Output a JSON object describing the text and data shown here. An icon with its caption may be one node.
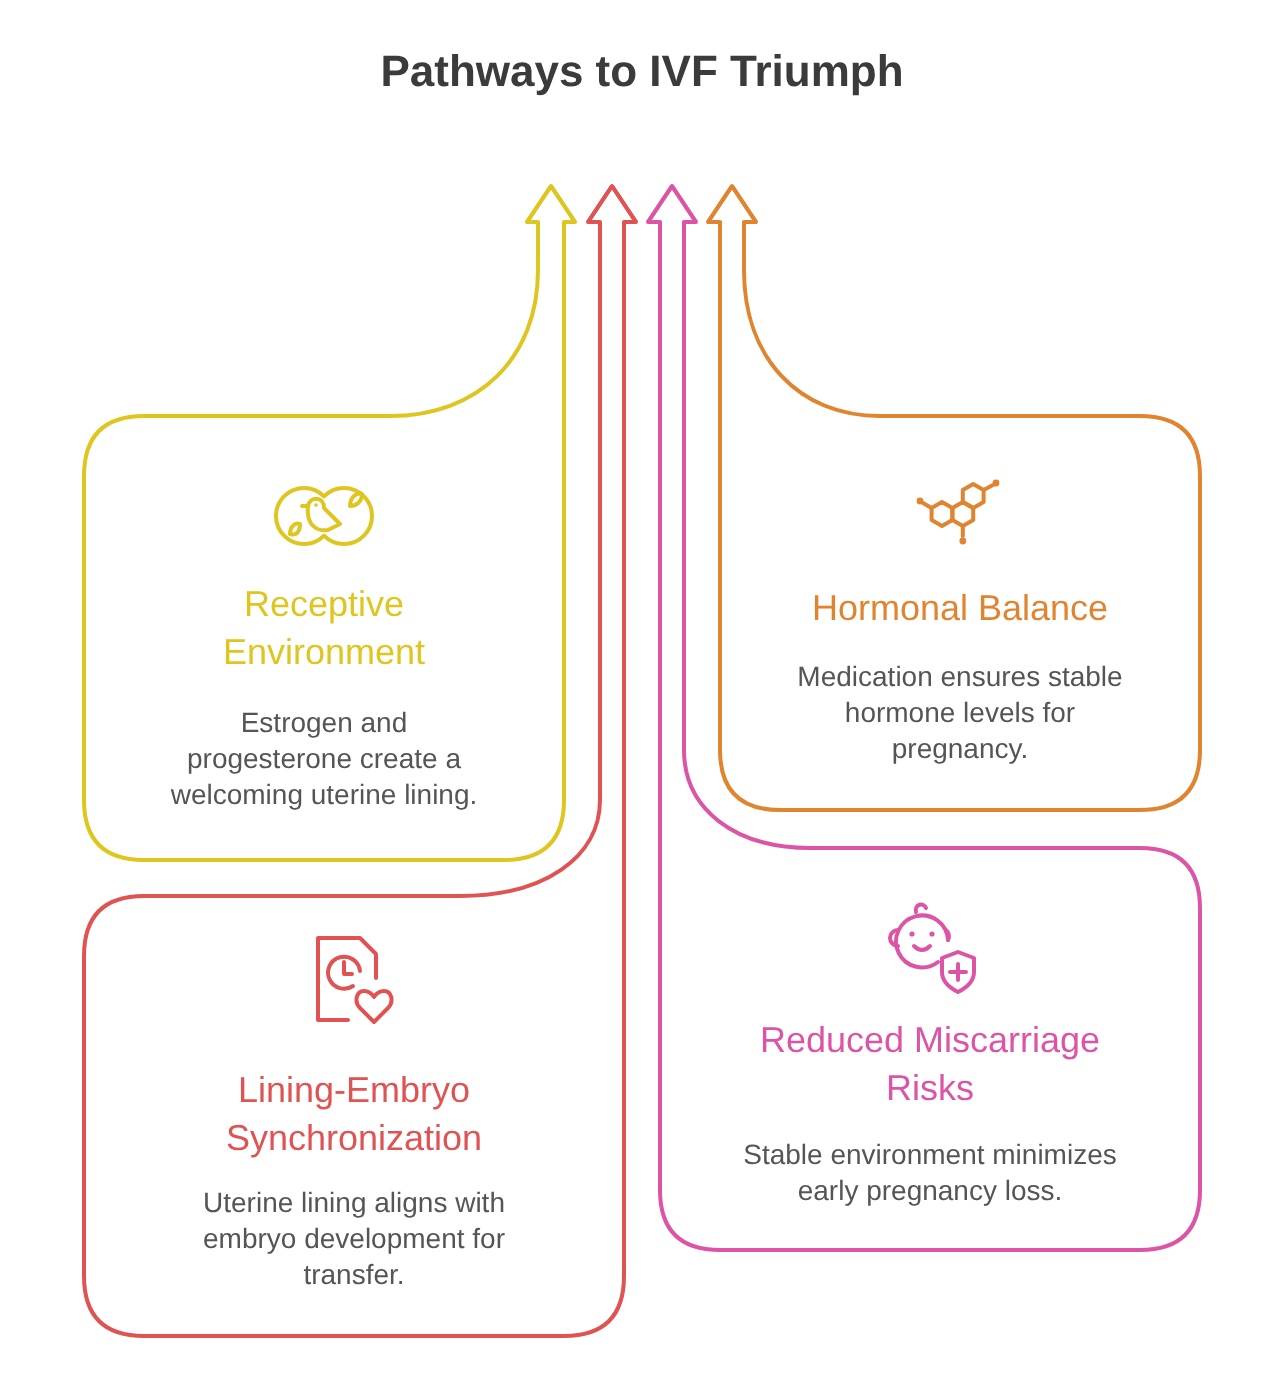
{
  "diagram": {
    "title": "Pathways to IVF Triumph",
    "nodes": [
      {
        "text": [
          "Receptive Environment",
          "Estrogen and progesterone create a welcoming uterine lining."
        ]
      },
      {
        "text": [
          "Hormonal Balance",
          "Medication ensures stable hormone levels for pregnancy."
        ]
      },
      {
        "text": [
          "Lining-Embryo Synchronization",
          "Uterine lining aligns with embryo development for transfer."
        ]
      },
      {
        "text": [
          "Reduced Miscarriage Risks",
          "Stable environment minimizes early pregnancy loss."
        ]
      }
    ],
    "edges": [
      {
        "from": 0,
        "to": null,
        "arrow": "to",
        "color": "#dfc520"
      },
      {
        "from": 1,
        "to": null,
        "arrow": "to",
        "color": "#e0842f"
      },
      {
        "from": 2,
        "to": null,
        "arrow": "to",
        "color": "#e05353"
      },
      {
        "from": 3,
        "to": null,
        "arrow": "to",
        "color": "#dc54a6"
      }
    ]
  }
}
